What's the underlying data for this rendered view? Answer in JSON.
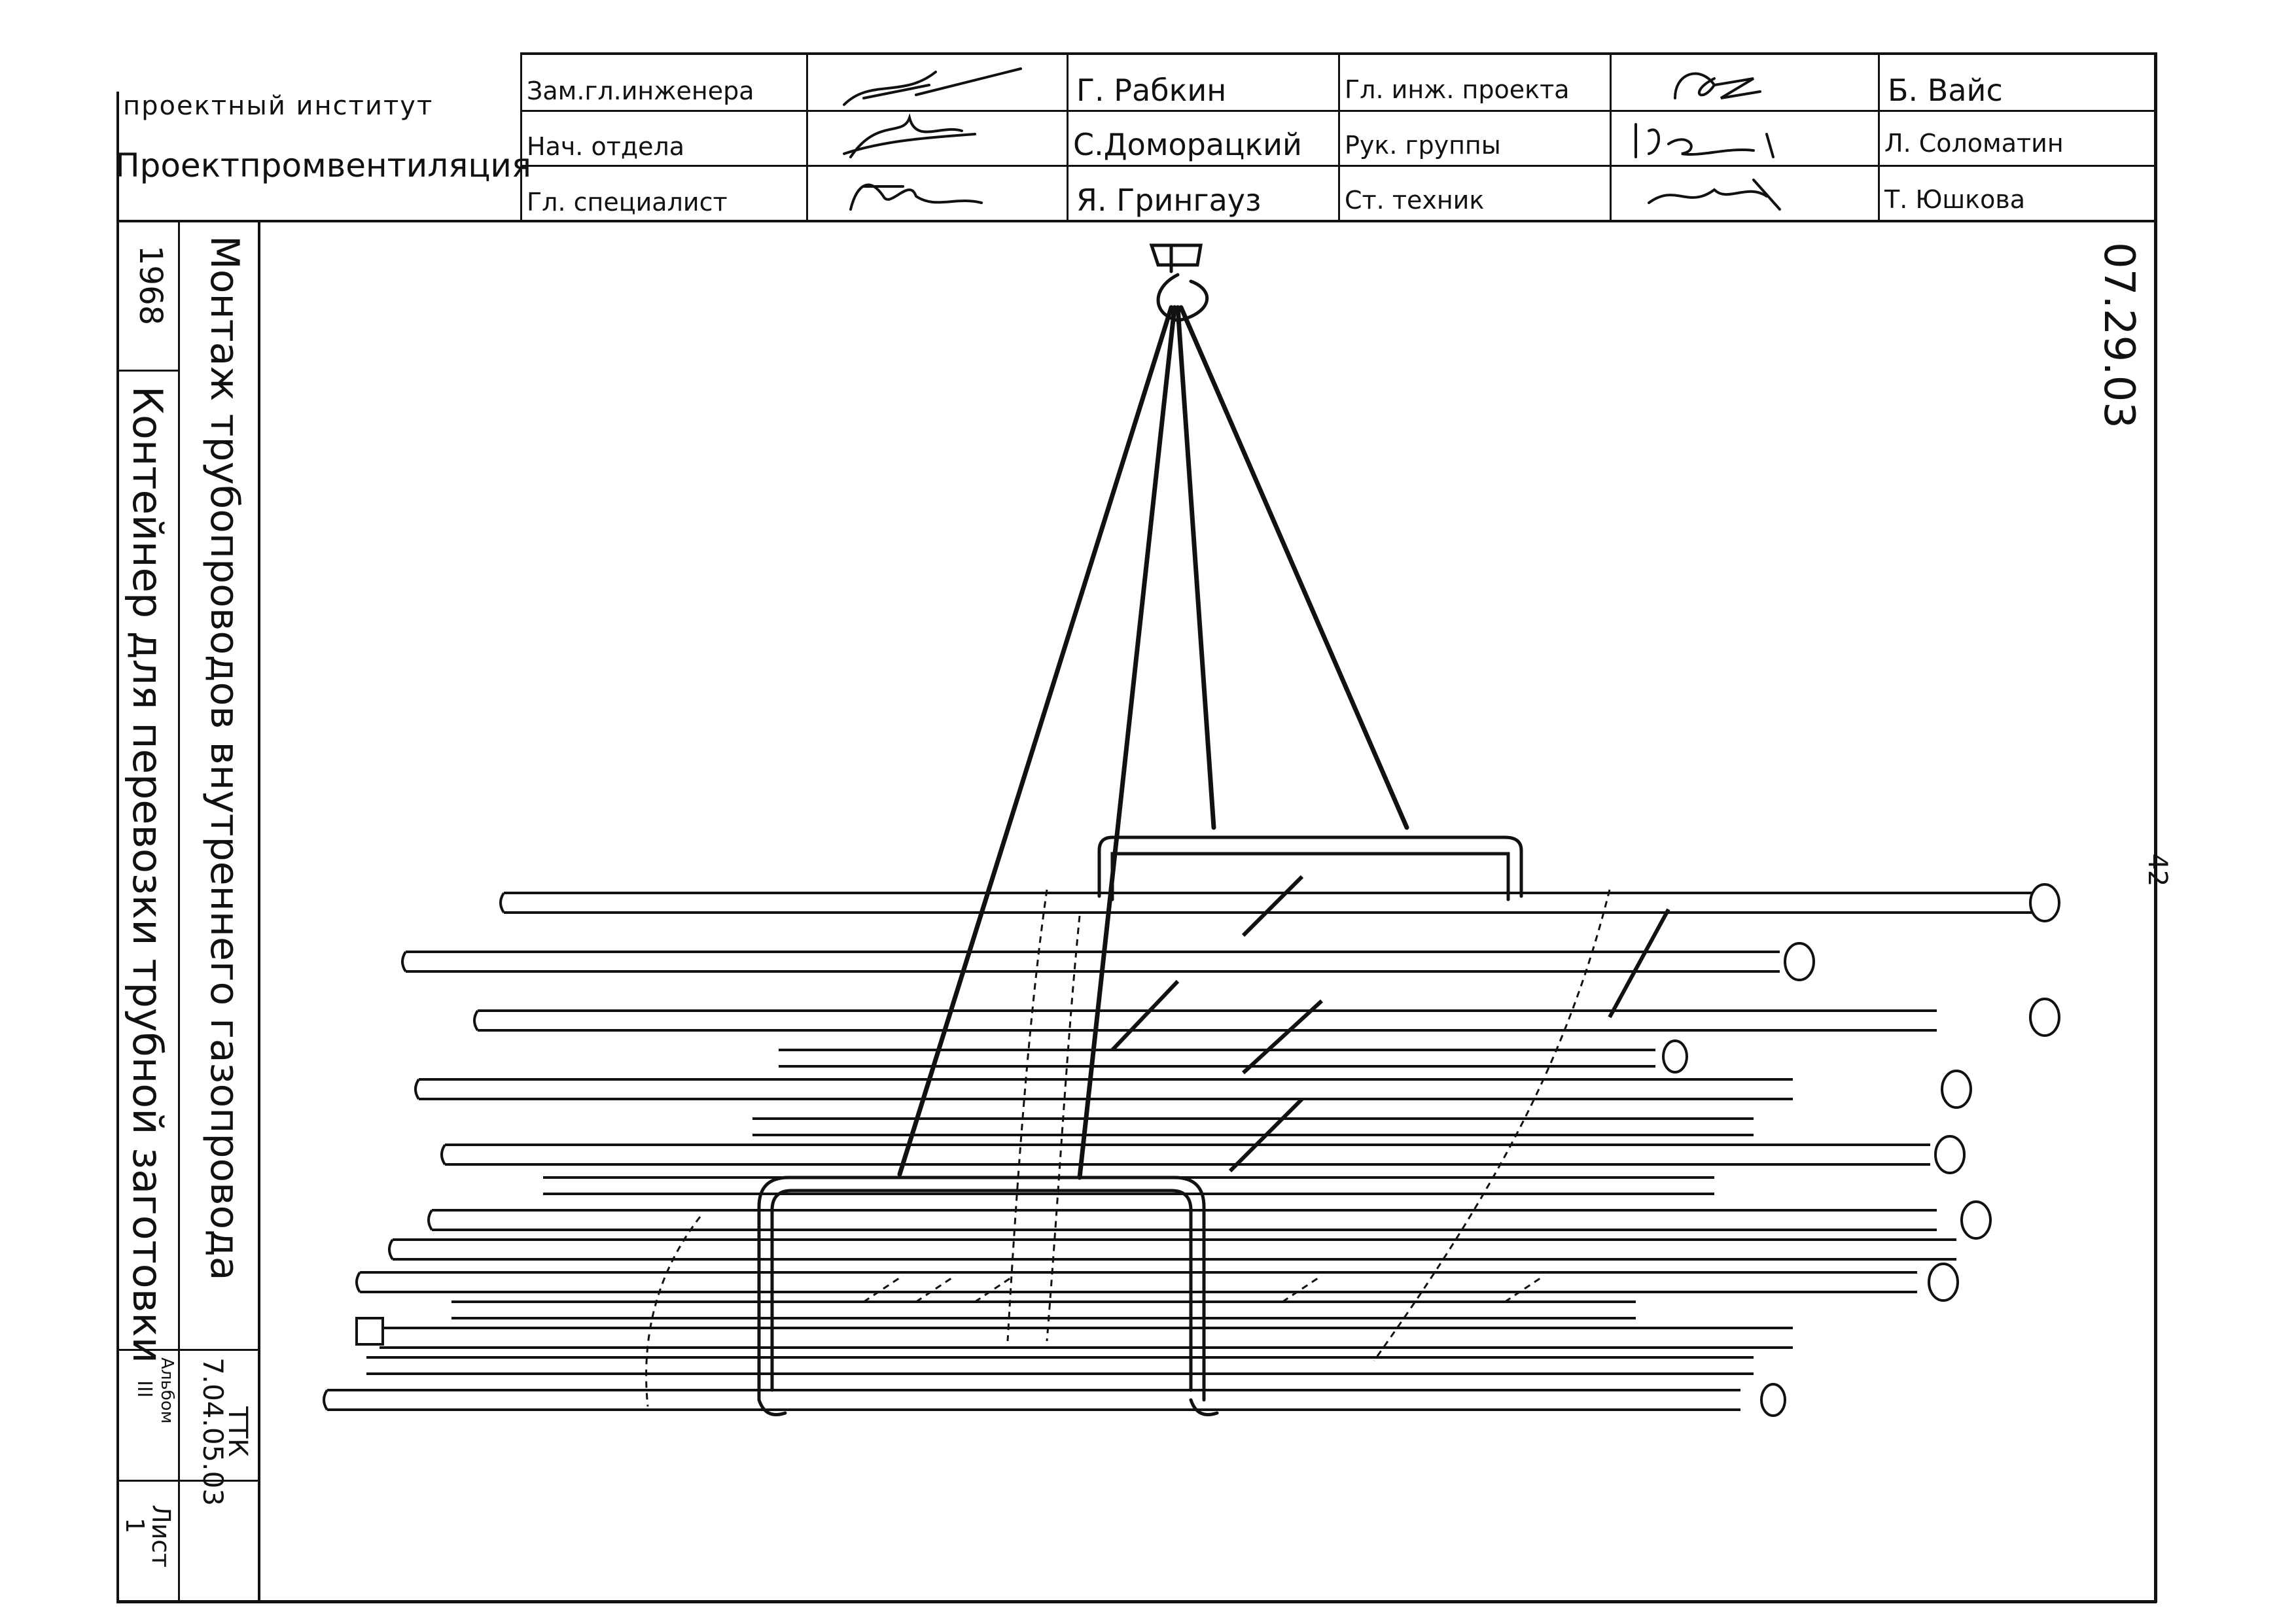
{
  "title_block": {
    "org_line1": "проектный институт",
    "org_line2": "Проектпромвентиляция",
    "roles_left": [
      "Зам.гл.инженера",
      "Нач. отдела",
      "Гл. специалист"
    ],
    "names_left": [
      "Г. Рабкин",
      "С.Доморацкий",
      "Я. Грингауз"
    ],
    "roles_right": [
      "Гл. инж. проекта",
      "Рук. группы",
      "Ст. техник"
    ],
    "names_right": [
      "Б. Вайс",
      "Л. Соломатин",
      "Т. Юшкова"
    ]
  },
  "side_panel": {
    "year": "1968",
    "title_line1": "Монтаж трубопроводов внутреннего газопровода",
    "title_line2": "Контейнер для перевозки трубной заготовки",
    "doc_type": "ТТК",
    "doc_number": "7.04.05.03",
    "album_label": "Альбом",
    "album_value": "III",
    "sheet_label": "Лист",
    "sheet_value": "1"
  },
  "drawing": {
    "code": "07.29.03",
    "page_mark": "-42-"
  }
}
